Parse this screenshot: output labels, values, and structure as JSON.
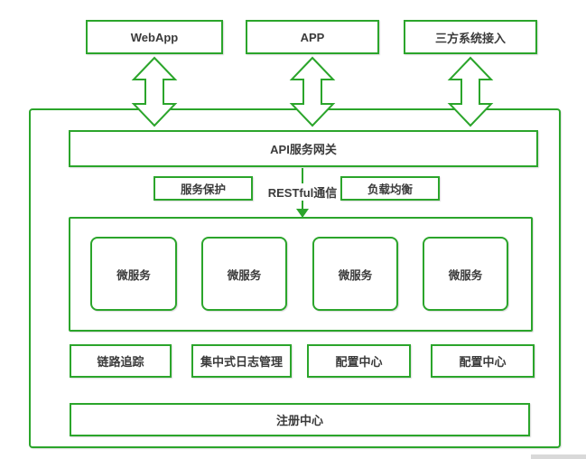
{
  "colors": {
    "accent": "#2BA52B",
    "text": "#3b3b3b"
  },
  "clients": [
    {
      "label": "WebApp"
    },
    {
      "label": "APP"
    },
    {
      "label": "三方系统接入"
    }
  ],
  "gateway": {
    "label": "API服务网关"
  },
  "gateway_features": {
    "service_protection": "服务保护",
    "restful": "RESTful通信",
    "load_balancing": "负载均衡"
  },
  "microservices": [
    {
      "label": "微服务"
    },
    {
      "label": "微服务"
    },
    {
      "label": "微服务"
    },
    {
      "label": "微服务"
    }
  ],
  "infrastructure": [
    {
      "label": "链路追踪"
    },
    {
      "label": "集中式日志管理"
    },
    {
      "label": "配置中心"
    },
    {
      "label": "配置中心"
    }
  ],
  "registry": {
    "label": "注册中心"
  }
}
